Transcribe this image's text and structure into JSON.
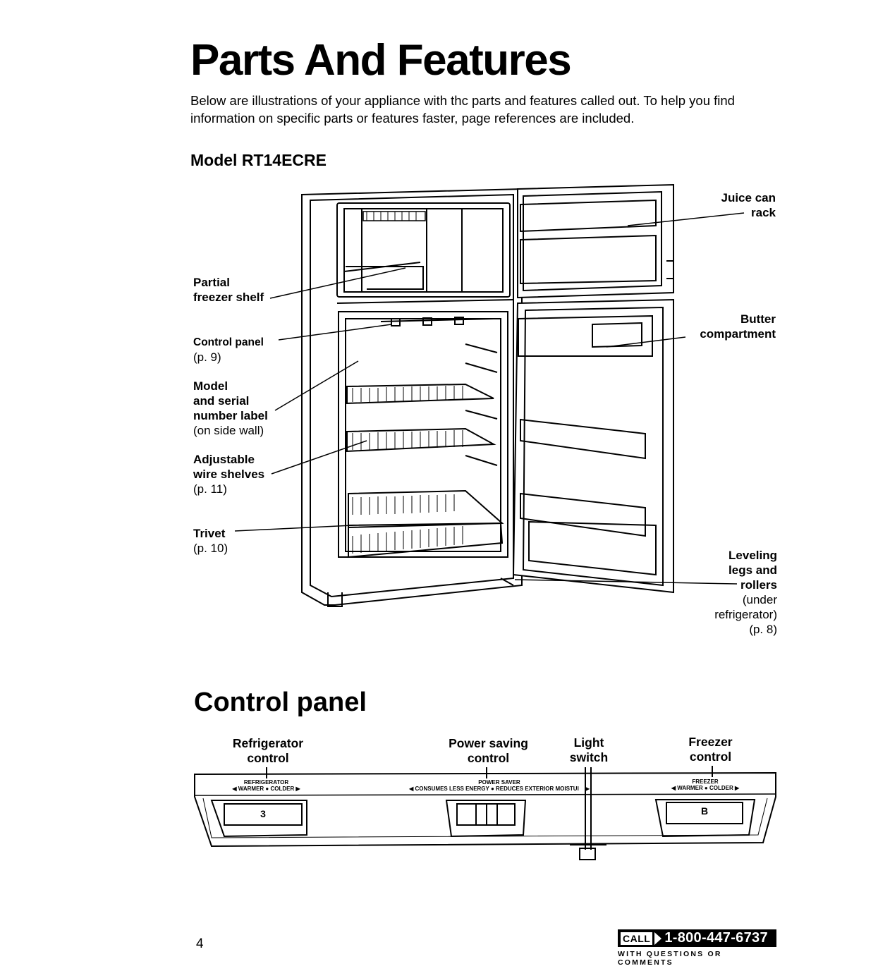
{
  "header": {
    "title": "Parts And Features",
    "intro": "Below are illustrations of your appliance with thc parts and features called out. To help you find information on specific parts or features faster, page references are included.",
    "model": "Model RT14ECRE"
  },
  "fridge_labels": {
    "juice_can_rack": "Juice can\nrack",
    "butter_compartment": "Butter\ncompartment",
    "partial_freezer_shelf": "Partial\nfreezer shelf",
    "control_panel": "Control panel",
    "control_panel_ref": "(p. 9)",
    "model_serial_label": "Model\nand serial\nnumber label",
    "model_serial_note": "(on side wall)",
    "adjustable_shelves": "Adjustable\nwire shelves",
    "adjustable_shelves_ref": "(p. 11)",
    "trivet": "Trivet",
    "trivet_ref": "(p. 10)",
    "leveling_legs": "Leveling\nlegs and\nrollers",
    "leveling_note": "(under\nrefrigerator)",
    "leveling_ref": "(p. 8)"
  },
  "control_panel_section": {
    "title": "Control panel",
    "refrigerator_control": "Refrigerator\ncontrol",
    "power_saving_control": "Power saving\ncontrol",
    "light_switch": "Light\nswitch",
    "freezer_control": "Freezer\ncontrol",
    "panel_refrigerator": "REFRIGERATOR",
    "panel_refrigerator_scale": "◀ WARMER ● COLDER ▶",
    "panel_refrigerator_value": "3",
    "panel_power_saver": "POWER SAVER",
    "panel_power_saver_scale": "◀ CONSUMES LESS ENERGY ● REDUCES EXTERIOR MOISTUI",
    "panel_power_saver_arrow": "▶",
    "panel_freezer": "FREEZER",
    "panel_freezer_scale": "◀ WARMER ● COLDER ▶",
    "panel_freezer_value": "B"
  },
  "footer": {
    "page_number": "4",
    "call_badge": "CALL",
    "phone": "1-800-447-6737",
    "call_subtitle": "WITH QUESTIONS OR COMMENTS"
  }
}
